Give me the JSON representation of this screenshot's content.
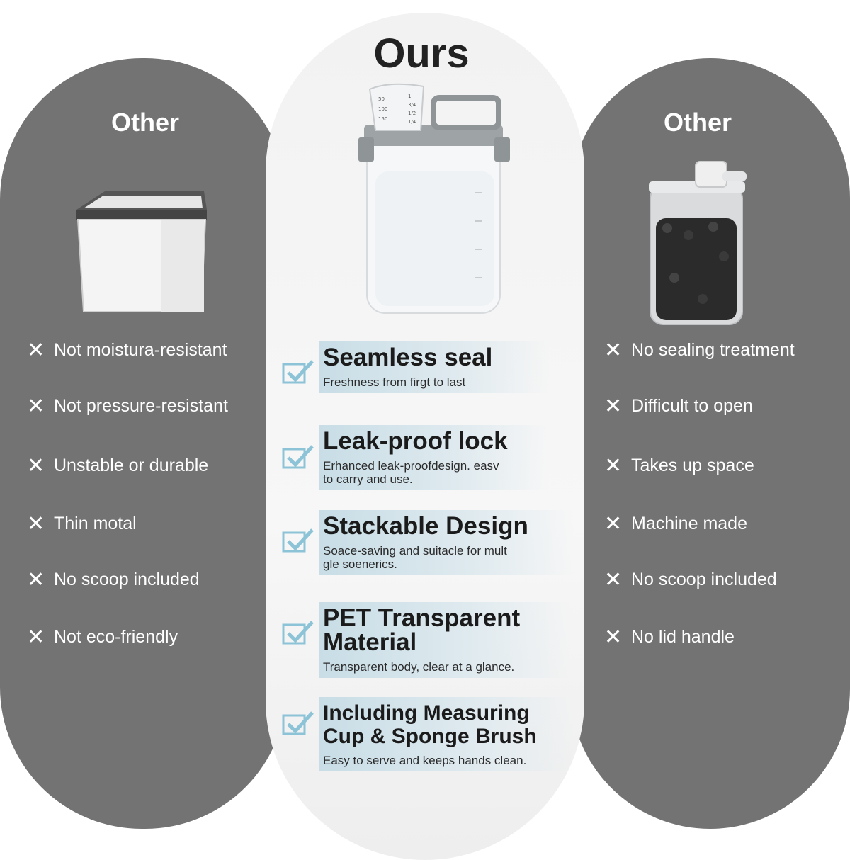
{
  "left": {
    "title": "Other",
    "items": [
      "Not moistura-resistant",
      "Not pressure-resistant",
      "Unstable or durable",
      "Thin motal",
      "No scoop included",
      "Not eco-friendly"
    ]
  },
  "center": {
    "title": "Ours",
    "features": [
      {
        "title": "Seamless seal",
        "desc": "Freshness from firgt to last"
      },
      {
        "title": "Leak-proof lock",
        "desc": "Erhanced leak-proofdesign. easv to carry and use."
      },
      {
        "title": "Stackable Design",
        "desc": "Soace-saving and suitacle for mult gle soenerics."
      },
      {
        "title": "PET Transparent Material",
        "desc": "Transparent body, clear at a glance."
      },
      {
        "title": "Including Measuring Cup & Sponge Brush",
        "desc": "Easy to serve and keeps hands clean."
      }
    ]
  },
  "right": {
    "title": "Other",
    "items": [
      "No sealing treatment",
      "Difficult to open",
      "Takes up space",
      "Machine made",
      "No scoop included",
      "No lid handle"
    ]
  },
  "cup_scale": [
    "50",
    "100",
    "150",
    "1/4",
    "1/2",
    "3/4",
    "1"
  ],
  "colors": {
    "pill_gray": "#737373",
    "center_bg": "#f2f2f2",
    "check_blue": "#8cc3d6",
    "card_blue": "#c8dde6"
  },
  "icons": {
    "cross": "x-icon",
    "check": "check-icon"
  }
}
